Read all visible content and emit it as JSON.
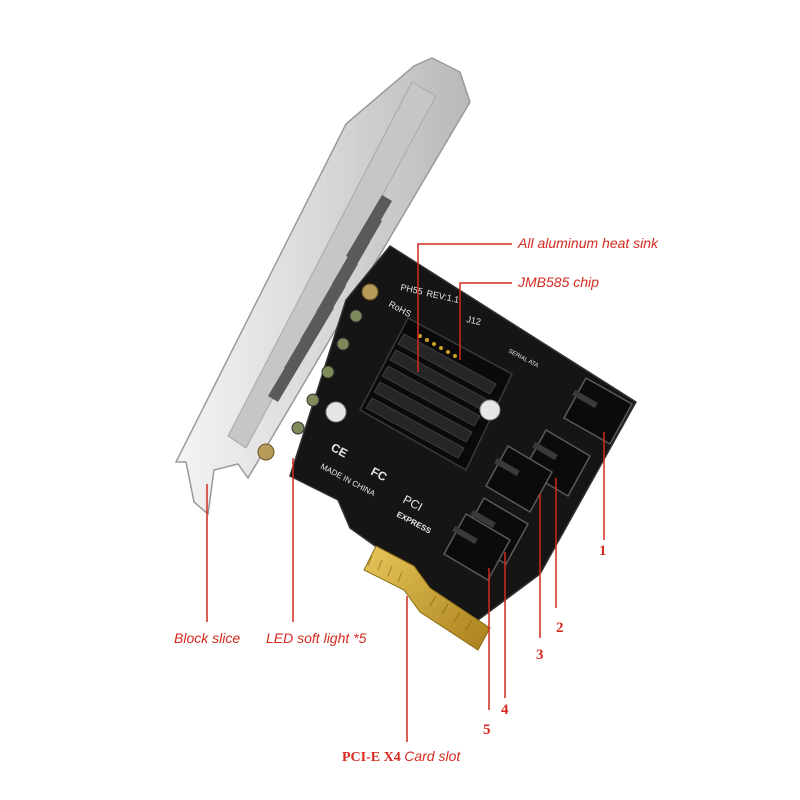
{
  "labels": {
    "heatsink": "All aluminum heat sink",
    "chip": "JMB585 chip",
    "block_slice": "Block slice",
    "led": "LED soft light *5",
    "pcie_main": "PCI-E X4",
    "pcie_sub": "Card slot"
  },
  "ports": [
    "1",
    "2",
    "3",
    "4",
    "5"
  ],
  "board_text": {
    "model": "PH55",
    "rev": "REV:1.1",
    "ref": "J12",
    "rohs": "RoHS",
    "ce": "CE",
    "fc": "FC",
    "made": "MADE IN CHINA",
    "pci": "PCI",
    "express": "EXPRESS",
    "sata_logo": "SERIAL ATA"
  },
  "colors": {
    "annotation": "#d42a1f",
    "pcb": "#141414",
    "bracket": "#d9d9d9",
    "gold": "#c9a227"
  }
}
